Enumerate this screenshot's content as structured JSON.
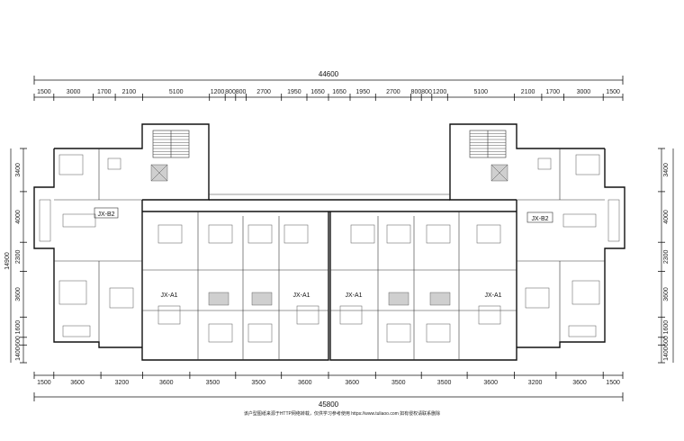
{
  "dimensions": {
    "top_total": "44600",
    "bottom_total": "45800",
    "top_segments": [
      "1500",
      "3000",
      "1700",
      "2100",
      "5100",
      "1200",
      "800",
      "800",
      "2700",
      "1950",
      "1650",
      "1650",
      "1950",
      "2700",
      "800",
      "800",
      "1200",
      "5100",
      "2100",
      "1700",
      "3000",
      "1500"
    ],
    "bottom_segments": [
      "1500",
      "3600",
      "3200",
      "3600",
      "3500",
      "3500",
      "3600",
      "3600",
      "3500",
      "3500",
      "3600",
      "3200",
      "3600",
      "1500"
    ],
    "left_segments": [
      "3400",
      "4000",
      "2300",
      "3600",
      "1600",
      "600",
      "1400"
    ],
    "left_total": "14900",
    "right_segments": [
      "3400",
      "4000",
      "2300",
      "3600",
      "1600",
      "600",
      "1400"
    ]
  },
  "units": {
    "jx_b2_left": "JX-B2",
    "jx_b2_right": "JX-B2",
    "jx_a1": [
      "JX-A1",
      "JX-A1",
      "JX-A1",
      "JX-A1"
    ]
  },
  "footer": "该户型图纸来源于HTTP网络转载，仅供学习参考使用 https://www.tuliaoo.com 如有侵权请联系删除"
}
